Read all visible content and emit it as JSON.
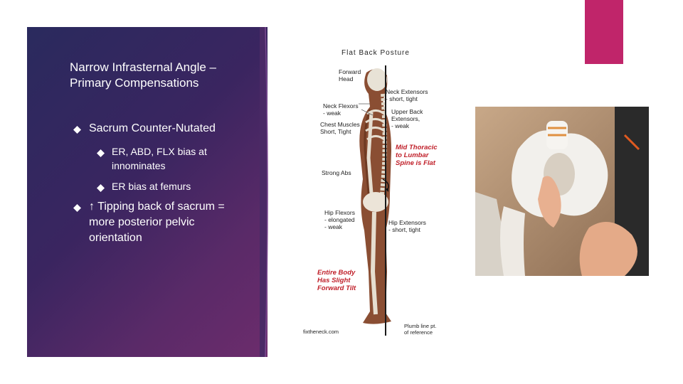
{
  "slide": {
    "title": "Narrow Infrasternal Angle – Primary Compensations",
    "bullets": [
      {
        "text": "Sacrum Counter-Nutated",
        "level": 1
      },
      {
        "text": "ER, ABD, FLX bias at innominates",
        "level": 2
      },
      {
        "text": "ER bias at femurs",
        "level": 2
      },
      {
        "text": "↑ Tipping back of sacrum = more posterior pelvic orientation",
        "level": 1
      }
    ]
  },
  "diagram": {
    "title": "Flat Back Posture",
    "labels": {
      "forward_head": "Forward\nHead",
      "neck_extensors": "Neck Extensors\n- short, tight",
      "neck_flexors": "Neck Flexors\n- weak",
      "upper_back": "Upper Back\nExtensors,\n- weak",
      "chest_muscles": "Chest Muscles\nShort, Tight",
      "mid_thoracic": "Mid Thoracic\nto Lumbar\nSpine is Flat",
      "strong_abs": "Strong Abs",
      "hip_flexors": "Hip Flexors\n- elongated\n- weak",
      "hip_extensors": "Hip Extensors\n- short, tight",
      "forward_tilt": "Entire Body\nHas Slight\nForward Tilt",
      "plumb_line": "Plumb line pt.\nof reference",
      "source": "fixtheneck.com"
    }
  },
  "colors": {
    "panel_start": "#2a2a5e",
    "panel_end": "#6c2c6c",
    "accent": "#c0256a",
    "diagram_red": "#c0202a"
  }
}
